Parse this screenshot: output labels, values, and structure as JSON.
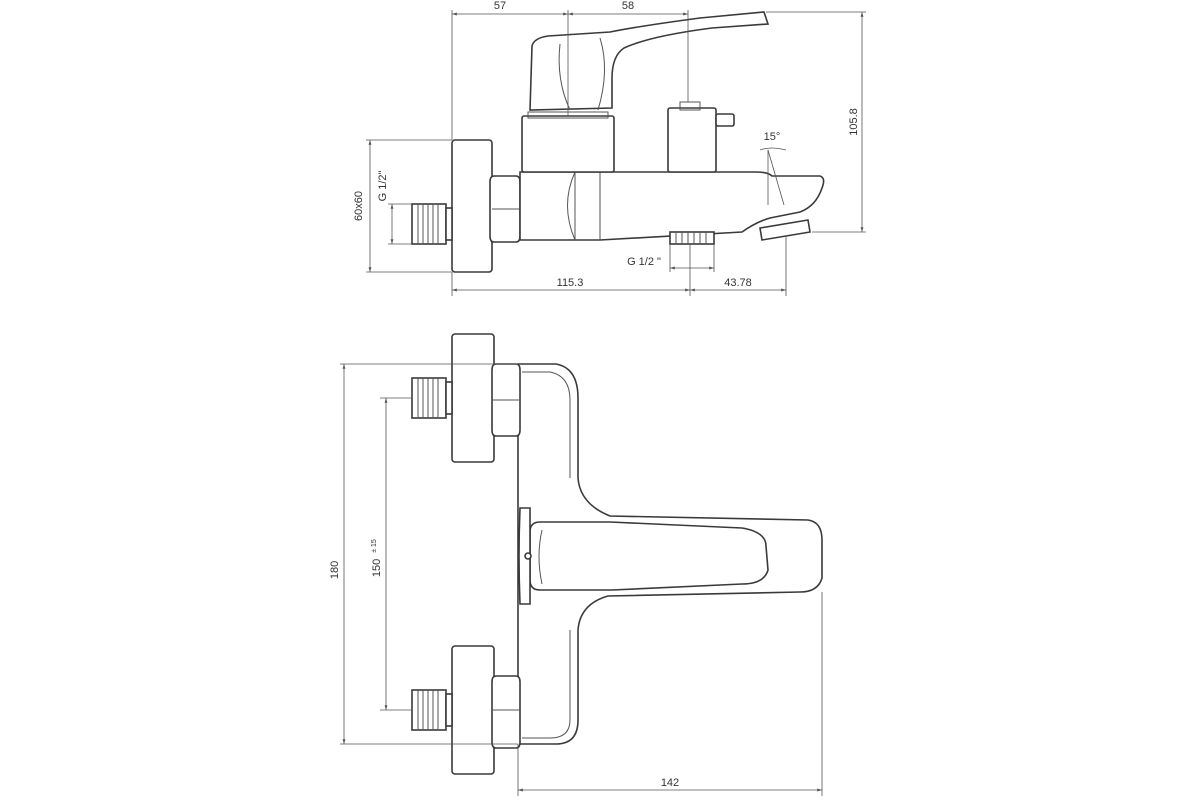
{
  "colors": {
    "line": "#3a3a3a",
    "dimension": "#555555",
    "background": "#ffffff"
  },
  "side_view": {
    "dims": {
      "top_left": "57",
      "top_right": "58",
      "height": "105.8",
      "angle": "15°",
      "flange": "60x60",
      "inlet_thread": "G 1/2\"",
      "outlet_thread": "G 1/2 \"",
      "length": "115.3",
      "spout": "43.78"
    }
  },
  "top_view": {
    "dims": {
      "total_height": "180",
      "centers": "150",
      "centers_tol": "± 15",
      "width": "142"
    }
  }
}
